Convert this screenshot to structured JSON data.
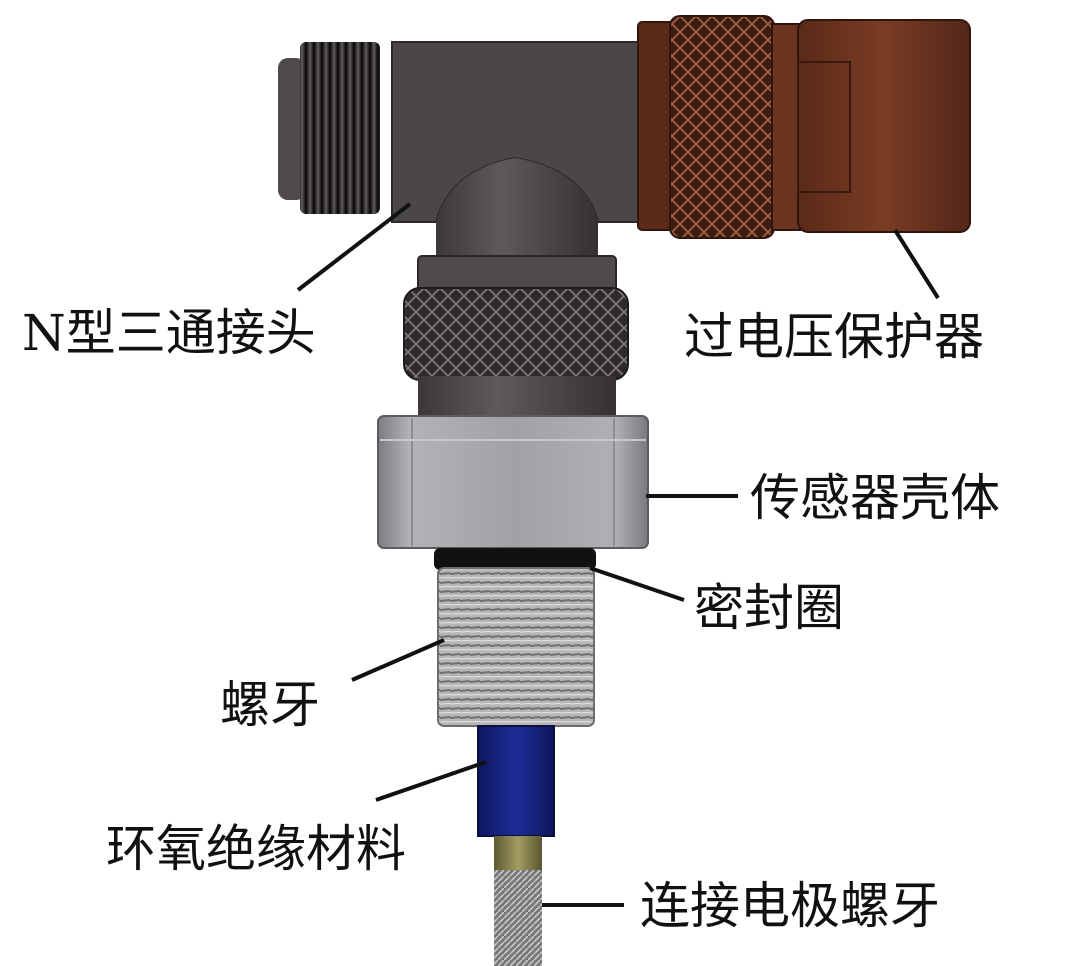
{
  "labels": {
    "n_tee": "N型三通接头",
    "surge": "过电压保护器",
    "housing": "传感器壳体",
    "seal": "密封圈",
    "thread": "螺牙",
    "epoxy": "环氧绝缘材料",
    "electrode_thread": "连接电极螺牙"
  },
  "colors": {
    "tee_body": "#4b4749",
    "protector": "#6a3420",
    "housing": "#a3a2a6",
    "seal": "#111111",
    "thread": "#a9a9aa",
    "epoxy": "#16237e",
    "brass": "#87824d",
    "leader": "#111111"
  }
}
